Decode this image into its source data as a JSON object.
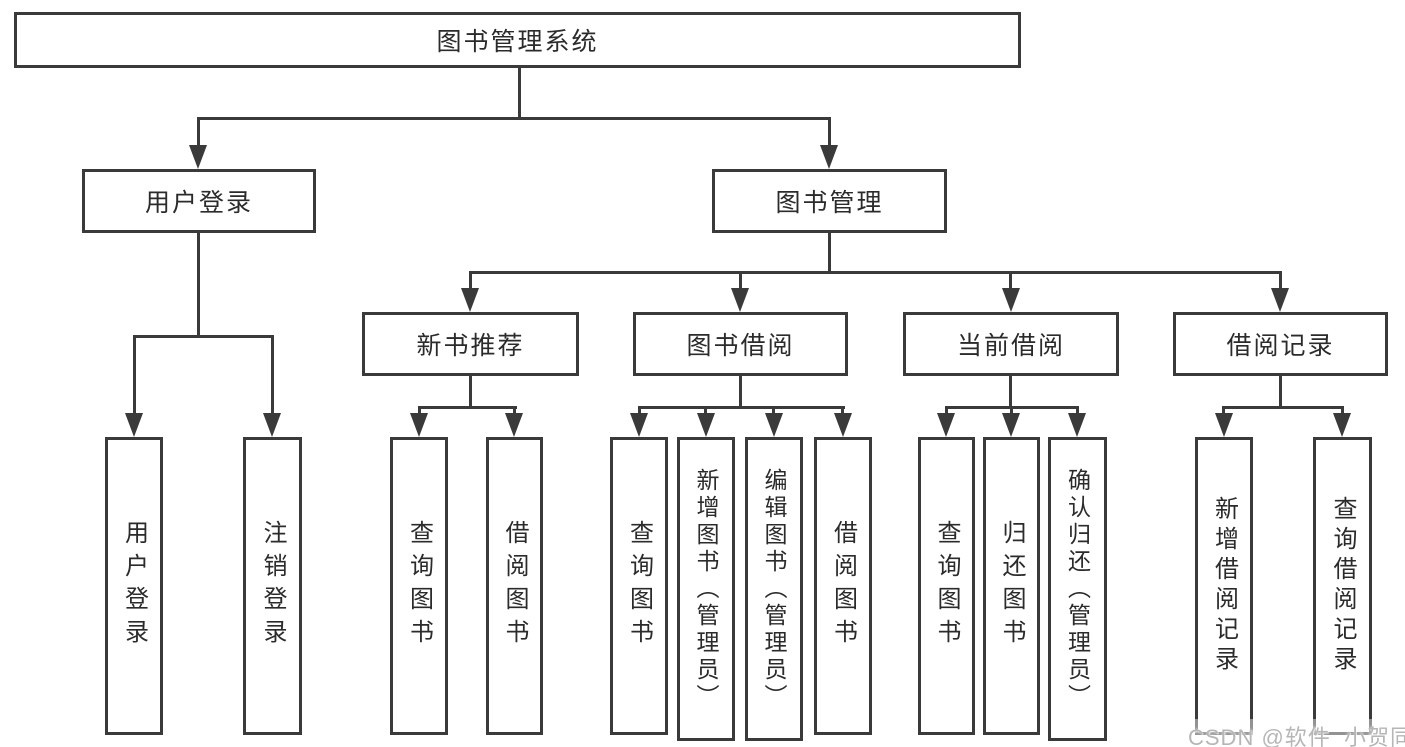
{
  "colors": {
    "background": "#ffffff",
    "line": "#3a3a3a",
    "node_border": "#3a3a3a",
    "node_fill": "#ffffff",
    "node_text": "#2b2b2b",
    "watermark_text": "#b7b6b6"
  },
  "watermark": {
    "text": "CSDN @软件_小贺同学"
  },
  "tree": {
    "label": "图书管理系统",
    "children": [
      {
        "label": "用户登录",
        "children": [
          {
            "label": "用户登录"
          },
          {
            "label": "注销登录"
          }
        ]
      },
      {
        "label": "图书管理",
        "children": [
          {
            "label": "新书推荐",
            "children": [
              {
                "label": "查询图书"
              },
              {
                "label": "借阅图书"
              }
            ]
          },
          {
            "label": "图书借阅",
            "children": [
              {
                "label": "查询图书"
              },
              {
                "label": "新增图书（管理员）"
              },
              {
                "label": "编辑图书（管理员）"
              },
              {
                "label": "借阅图书"
              }
            ]
          },
          {
            "label": "当前借阅",
            "children": [
              {
                "label": "查询图书"
              },
              {
                "label": "归还图书"
              },
              {
                "label": "确认归还（管理员）"
              }
            ]
          },
          {
            "label": "借阅记录",
            "children": [
              {
                "label": "新增借阅记录"
              },
              {
                "label": "查询借阅记录"
              }
            ]
          }
        ]
      }
    ]
  }
}
